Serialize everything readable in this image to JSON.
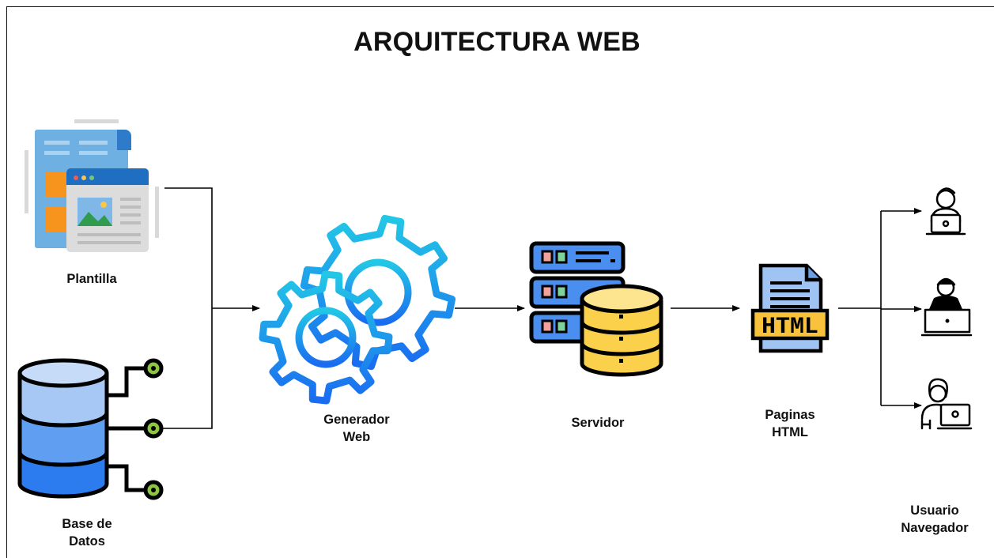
{
  "title": "ARQUITECTURA WEB",
  "nodes": {
    "plantilla": {
      "label": "Plantilla",
      "icon": "template-document-icon"
    },
    "base_datos": {
      "label": "Base de\nDatos",
      "icon": "database-icon"
    },
    "generador": {
      "label": "Generador\nWeb",
      "icon": "gears-icon"
    },
    "servidor": {
      "label": "Servidor",
      "icon": "server-database-icon"
    },
    "paginas": {
      "label": "Paginas\nHTML",
      "icon": "html-file-icon",
      "file_text": "HTML"
    },
    "usuario": {
      "label": "Usuario\nNavegador",
      "icon": "users-laptop-icon"
    }
  },
  "colors": {
    "line": "#000000",
    "gear_start": "#20c4e8",
    "gear_end": "#1a6ff0",
    "db_light": "#a7c8f5",
    "db_mid": "#5f9ef0",
    "db_dark": "#2c7cf0",
    "server_blue": "#4a8ef0",
    "server_db": "#fbd14b",
    "html_file": "#9fc3f3",
    "html_band": "#f9c23c",
    "led_green": "#8ec63f"
  }
}
